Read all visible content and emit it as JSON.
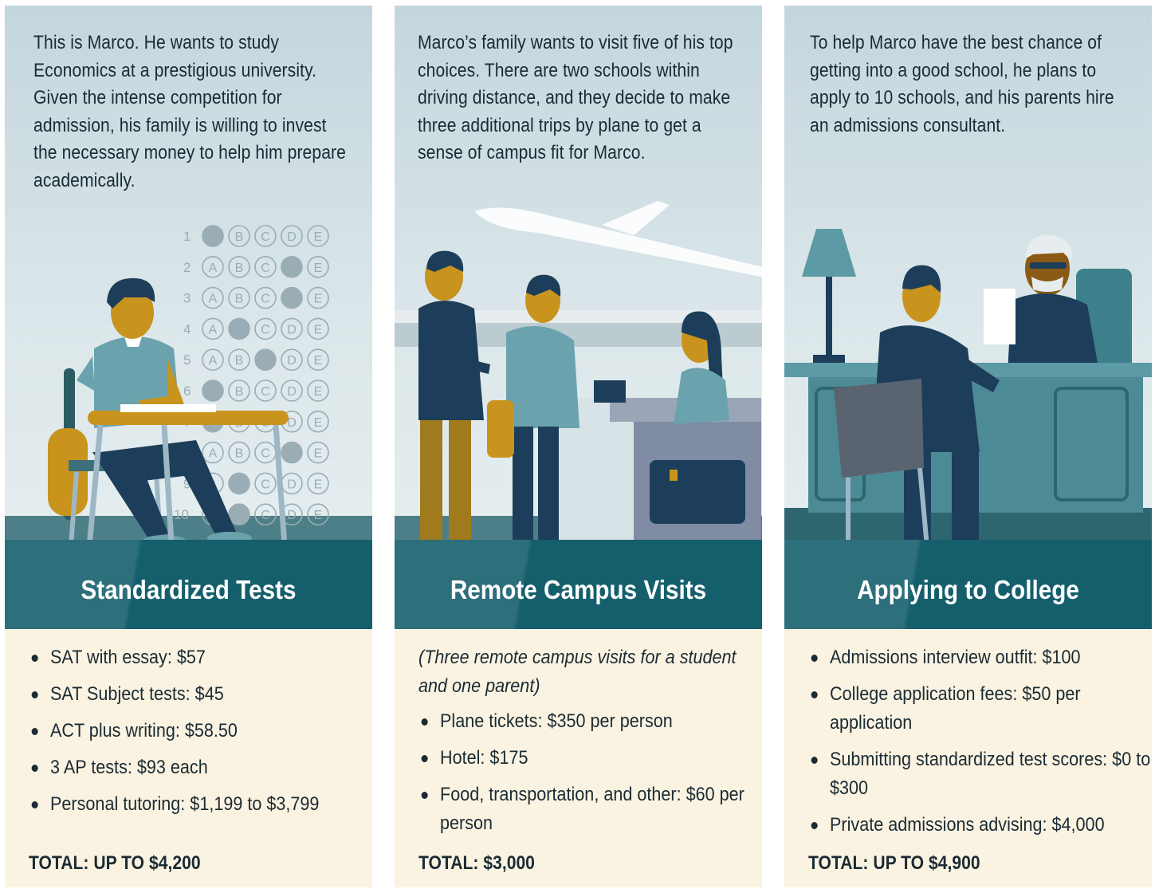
{
  "panels": [
    {
      "intro": "This is Marco. He wants to study Economics at a prestigious university. Given the intense competition for admission, his family is willing to invest the necessary money to help him prepare academically.",
      "heading": "Standardized Tests",
      "items": [
        "SAT with essay: $57",
        "SAT Subject tests: $45",
        "ACT plus writing: $58.50",
        "3 AP tests: $93 each",
        "Personal tutoring: $1,199 to $3,799"
      ],
      "total": "TOTAL: UP TO $4,200",
      "answer_sheet": {
        "rows": [
          "1",
          "2",
          "3",
          "4",
          "5",
          "6",
          "7",
          "8",
          "9",
          "10"
        ],
        "letters": [
          "A",
          "B",
          "C",
          "D",
          "E"
        ]
      }
    },
    {
      "intro": "Marco’s family wants to visit five of his top choices. There are two schools within driving distance, and they decide to make three additional trips by plane to get a sense of campus fit for Marco.",
      "heading": "Remote Campus Visits",
      "note": "(Three remote campus visits for a student and one parent)",
      "items": [
        "Plane tickets: $350 per person",
        "Hotel: $175",
        "Food, transportation, and other: $60 per person"
      ],
      "total": "TOTAL: $3,000"
    },
    {
      "intro": "To help Marco have the best chance of getting into a good school, he plans to apply to 10 schools, and his parents hire an admissions consultant.",
      "heading": "Applying to College",
      "items": [
        "Admissions interview outfit: $100",
        "College application fees: $50 per application",
        "Submitting standardized test scores: $0 to $300",
        "Private admissions advising: $4,000"
      ],
      "total": "TOTAL: UP TO $4,900"
    }
  ],
  "colors": {
    "banner": "#155f6c",
    "cream": "#fbf3e2",
    "text": "#1b2b33",
    "navy": "#1d3e5a",
    "teal": "#6aa3ae",
    "gold": "#c8941e"
  }
}
